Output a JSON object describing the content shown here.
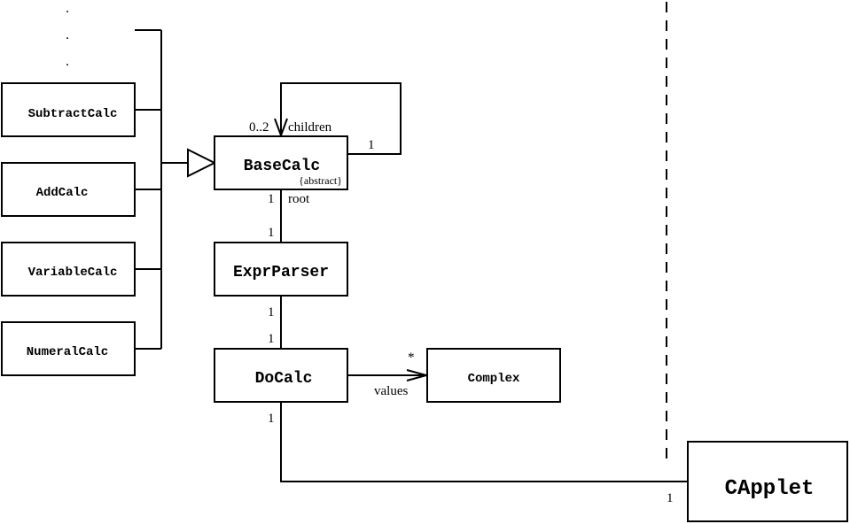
{
  "classes": {
    "subtract": "SubtractCalc",
    "add": "AddCalc",
    "variable": "VariableCalc",
    "numeral": "NumeralCalc",
    "base": "BaseCalc",
    "base_stereotype": "{abstract}",
    "parser": "ExprParser",
    "docalc": "DoCalc",
    "complex": "Complex",
    "capplet": "CApplet"
  },
  "labels": {
    "children_mult": "0..2",
    "children_role": "children",
    "self_mult": "1",
    "root_mult_base": "1",
    "root_role": "root",
    "root_mult_parser": "1",
    "parser_mult": "1",
    "docalc_top_mult": "1",
    "values_mult": "*",
    "values_role": "values",
    "docalc_bottom_mult": "1",
    "capplet_mult": "1"
  },
  "ellipsis": [
    ".",
    ".",
    "."
  ]
}
